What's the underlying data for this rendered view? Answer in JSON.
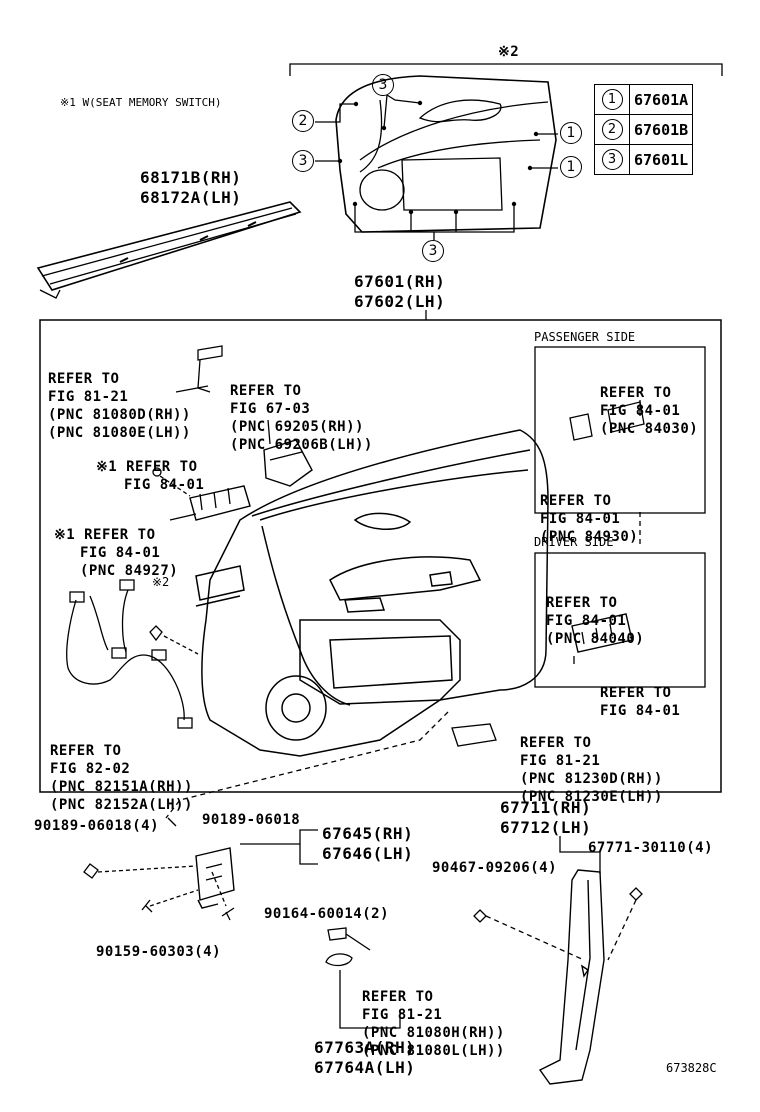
{
  "note_top": "※2",
  "note_1": "※1 W(SEAT MEMORY SWITCH)",
  "legend": [
    {
      "num": "1",
      "part": "67601A"
    },
    {
      "num": "2",
      "part": "67601B"
    },
    {
      "num": "3",
      "part": "67601L"
    }
  ],
  "callouts": {
    "c1": "1",
    "c2": "2",
    "c3": "3"
  },
  "moulding": {
    "rh": "68171B(RH)",
    "lh": "68172A(LH)"
  },
  "panel": {
    "rh": "67601(RH)",
    "lh": "67602(LH)"
  },
  "ref_8121_top": [
    "REFER TO",
    "FIG 81-21",
    "(PNC 81080D(RH))",
    "(PNC 81080E(LH))"
  ],
  "ref_6703": [
    "REFER TO",
    "FIG 67-03",
    "(PNC 69205(RH))",
    "(PNC 69206B(LH))"
  ],
  "ref_m1_a": [
    "※1 REFER TO",
    "FIG 84-01"
  ],
  "ref_m1_b": [
    "※1 REFER TO",
    "FIG 84-01",
    "(PNC 84927)"
  ],
  "mark2": "※2",
  "ref_8202": [
    "REFER TO",
    "FIG 82-02",
    "(PNC 82151A(RH))",
    "(PNC 82152A(LH))"
  ],
  "passenger": {
    "label": "PASSENGER SIDE",
    "ref_a": [
      "REFER TO",
      "FIG 84-01",
      "(PNC 84030)"
    ],
    "ref_b": [
      "REFER TO",
      "FIG 84-01",
      "(PNC 84930)"
    ]
  },
  "driver": {
    "label": "DRIVER SIDE",
    "ref_a": [
      "REFER TO",
      "FIG 84-01",
      "(PNC 84040)"
    ],
    "ref_b": [
      "REFER TO",
      "FIG 84-01"
    ]
  },
  "ref_8121_mid": [
    "REFER TO",
    "FIG 81-21",
    "(PNC 81230D(RH))",
    "(PNC 81230E(LH))"
  ],
  "parts": {
    "p1": "90189-06018(4)",
    "p2": "90189-06018",
    "p3_rh": "67645(RH)",
    "p3_lh": "67646(LH)",
    "p4": "90164-60014(2)",
    "p5": "90159-60303(4)",
    "p6_rh": "67711(RH)",
    "p6_lh": "67712(LH)",
    "p7": "90467-09206(4)",
    "p8": "67771-30110(4)",
    "p9_rh": "67763A(RH)",
    "p9_lh": "67764A(LH)"
  },
  "ref_8121_bot": [
    "REFER TO",
    "FIG 81-21",
    "(PNC 81080H(RH))",
    "(PNC 81080L(LH))"
  ],
  "drawing_no": "673828C"
}
